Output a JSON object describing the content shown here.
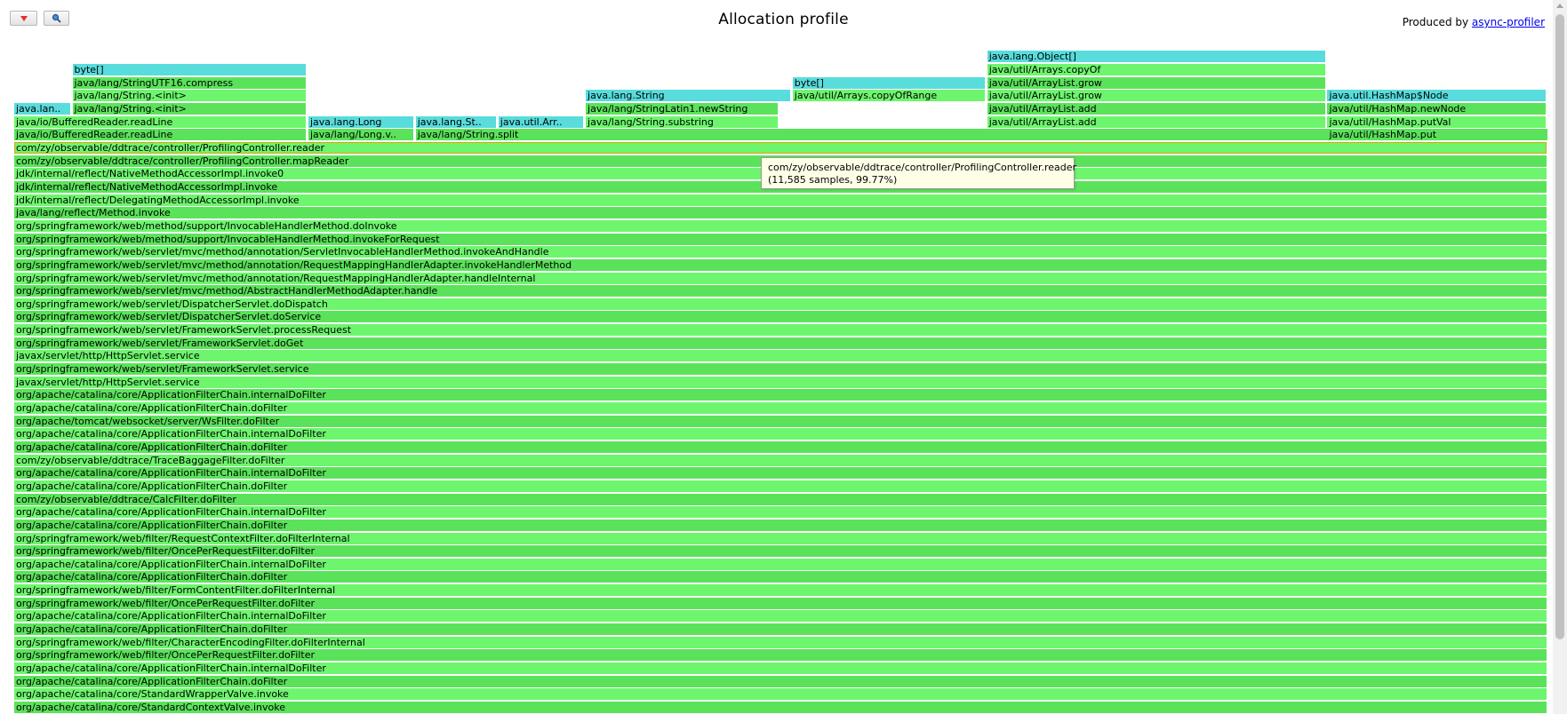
{
  "title": "Allocation profile",
  "produced_by": {
    "prefix": "Produced by ",
    "link_text": "async-profiler"
  },
  "toolbar": {
    "reverse_icon": "triangle-down-icon",
    "search_icon": "magnifier-icon"
  },
  "tooltip": {
    "name": "com/zy/observable/ddtrace/controller/ProfilingController.reader",
    "stats": "(11,585 samples, 99.77%)"
  },
  "colors": {
    "java": "#5ae35a",
    "java_alt": "#6ef56e",
    "alloc": "#58dcdc",
    "highlight_border": "#e2a100"
  },
  "stack": [
    "com/zy/observable/ddtrace/controller/ProfilingController.reader",
    "com/zy/observable/ddtrace/controller/ProfilingController.mapReader",
    "jdk/internal/reflect/NativeMethodAccessorImpl.invoke0",
    "jdk/internal/reflect/NativeMethodAccessorImpl.invoke",
    "jdk/internal/reflect/DelegatingMethodAccessorImpl.invoke",
    "java/lang/reflect/Method.invoke",
    "org/springframework/web/method/support/InvocableHandlerMethod.doInvoke",
    "org/springframework/web/method/support/InvocableHandlerMethod.invokeForRequest",
    "org/springframework/web/servlet/mvc/method/annotation/ServletInvocableHandlerMethod.invokeAndHandle",
    "org/springframework/web/servlet/mvc/method/annotation/RequestMappingHandlerAdapter.invokeHandlerMethod",
    "org/springframework/web/servlet/mvc/method/annotation/RequestMappingHandlerAdapter.handleInternal",
    "org/springframework/web/servlet/mvc/method/AbstractHandlerMethodAdapter.handle",
    "org/springframework/web/servlet/DispatcherServlet.doDispatch",
    "org/springframework/web/servlet/DispatcherServlet.doService",
    "org/springframework/web/servlet/FrameworkServlet.processRequest",
    "org/springframework/web/servlet/FrameworkServlet.doGet",
    "javax/servlet/http/HttpServlet.service",
    "org/springframework/web/servlet/FrameworkServlet.service",
    "javax/servlet/http/HttpServlet.service",
    "org/apache/catalina/core/ApplicationFilterChain.internalDoFilter",
    "org/apache/catalina/core/ApplicationFilterChain.doFilter",
    "org/apache/tomcat/websocket/server/WsFilter.doFilter",
    "org/apache/catalina/core/ApplicationFilterChain.internalDoFilter",
    "org/apache/catalina/core/ApplicationFilterChain.doFilter",
    "com/zy/observable/ddtrace/TraceBaggageFilter.doFilter",
    "org/apache/catalina/core/ApplicationFilterChain.internalDoFilter",
    "org/apache/catalina/core/ApplicationFilterChain.doFilter",
    "com/zy/observable/ddtrace/CalcFilter.doFilter",
    "org/apache/catalina/core/ApplicationFilterChain.internalDoFilter",
    "org/apache/catalina/core/ApplicationFilterChain.doFilter",
    "org/springframework/web/filter/RequestContextFilter.doFilterInternal",
    "org/springframework/web/filter/OncePerRequestFilter.doFilter",
    "org/apache/catalina/core/ApplicationFilterChain.internalDoFilter",
    "org/apache/catalina/core/ApplicationFilterChain.doFilter",
    "org/springframework/web/filter/FormContentFilter.doFilterInternal",
    "org/springframework/web/filter/OncePerRequestFilter.doFilter",
    "org/apache/catalina/core/ApplicationFilterChain.internalDoFilter",
    "org/apache/catalina/core/ApplicationFilterChain.doFilter",
    "org/springframework/web/filter/CharacterEncodingFilter.doFilterInternal",
    "org/springframework/web/filter/OncePerRequestFilter.doFilter",
    "org/apache/catalina/core/ApplicationFilterChain.internalDoFilter",
    "org/apache/catalina/core/ApplicationFilterChain.doFilter",
    "org/apache/catalina/core/StandardWrapperValve.invoke",
    "org/apache/catalina/core/StandardContextValve.invoke"
  ],
  "top_frames": [
    {
      "label": "java/io/BufferedReader.readLine",
      "kind": "java",
      "level": 1,
      "col": 0,
      "span": 0.191
    },
    {
      "label": "java/io/BufferedReader.readLine",
      "kind": "java",
      "level": 2,
      "col": 0,
      "span": 0.191
    },
    {
      "label": "java.lan..",
      "kind": "alloc",
      "level": 3,
      "col": 0,
      "span": 0.037
    },
    {
      "label": "java/lang/String.<init>",
      "kind": "java",
      "level": 3,
      "col": 0.038,
      "span": 0.153
    },
    {
      "label": "java/lang/String.<init>",
      "kind": "java",
      "level": 4,
      "col": 0.038,
      "span": 0.153
    },
    {
      "label": "java/lang/StringUTF16.compress",
      "kind": "java",
      "level": 5,
      "col": 0.038,
      "span": 0.153
    },
    {
      "label": "byte[]",
      "kind": "alloc",
      "level": 6,
      "col": 0.038,
      "span": 0.153
    },
    {
      "label": "java/lang/Long.v..",
      "kind": "java",
      "level": 1,
      "col": 0.192,
      "span": 0.069
    },
    {
      "label": "java.lang.Long",
      "kind": "alloc",
      "level": 2,
      "col": 0.192,
      "span": 0.069
    },
    {
      "label": "java/lang/String.split",
      "kind": "java",
      "level": 1,
      "col": 0.262,
      "span": 0.739
    },
    {
      "label": "java.lang.St..",
      "kind": "alloc",
      "level": 2,
      "col": 0.262,
      "span": 0.053
    },
    {
      "label": "java.util.Arr..",
      "kind": "alloc",
      "level": 2,
      "col": 0.316,
      "span": 0.056
    },
    {
      "label": "java/lang/String.substring",
      "kind": "java",
      "level": 2,
      "col": 0.373,
      "span": 0.126
    },
    {
      "label": "java/lang/StringLatin1.newString",
      "kind": "java",
      "level": 3,
      "col": 0.373,
      "span": 0.126
    },
    {
      "label": "java.lang.String",
      "kind": "alloc",
      "level": 4,
      "col": 0.373,
      "span": 0.134
    },
    {
      "label": "java/util/Arrays.copyOfRange",
      "kind": "java",
      "level": 4,
      "col": 0.508,
      "span": 0.126
    },
    {
      "label": "byte[]",
      "kind": "alloc",
      "level": 5,
      "col": 0.508,
      "span": 0.126
    },
    {
      "label": "java/util/ArrayList.add",
      "kind": "java",
      "level": 2,
      "col": 0.635,
      "span": 0.221
    },
    {
      "label": "java/util/ArrayList.add",
      "kind": "java",
      "level": 3,
      "col": 0.635,
      "span": 0.221
    },
    {
      "label": "java/util/ArrayList.grow",
      "kind": "java",
      "level": 4,
      "col": 0.635,
      "span": 0.221
    },
    {
      "label": "java/util/ArrayList.grow",
      "kind": "java",
      "level": 5,
      "col": 0.635,
      "span": 0.221
    },
    {
      "label": "java/util/Arrays.copyOf",
      "kind": "java",
      "level": 6,
      "col": 0.635,
      "span": 0.221
    },
    {
      "label": "java.lang.Object[]",
      "kind": "alloc",
      "level": 7,
      "col": 0.635,
      "span": 0.221
    },
    {
      "label": "java/util/HashMap.put",
      "kind": "java",
      "level": 1,
      "col": 0.857,
      "span": 0.143
    },
    {
      "label": "java/util/HashMap.putVal",
      "kind": "java",
      "level": 2,
      "col": 0.857,
      "span": 0.143
    },
    {
      "label": "java/util/HashMap.newNode",
      "kind": "java",
      "level": 3,
      "col": 0.857,
      "span": 0.143
    },
    {
      "label": "java.util.HashMap$Node",
      "kind": "alloc",
      "level": 4,
      "col": 0.857,
      "span": 0.143
    }
  ]
}
